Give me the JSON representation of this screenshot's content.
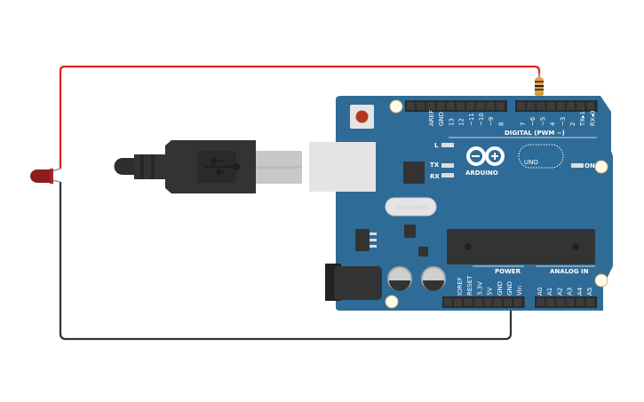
{
  "colors": {
    "board": "#2f6b97",
    "wire_red": "#e02020",
    "wire_black": "#333333",
    "led": "#8b1d1d",
    "usb_plug": "#333333"
  },
  "board": {
    "brand": "ARDUINO",
    "model": "UNO",
    "crystal_label": "SPK16.000G",
    "digital_header_title": "DIGITAL (PWM ~)",
    "digital_pins": [
      "AREF",
      "GND",
      "13",
      "12",
      "~11",
      "~10",
      "~9",
      "8",
      "7",
      "~6",
      "~5",
      "4",
      "~3",
      "2",
      "TX▸1",
      "RX◂0"
    ],
    "power_header_title": "POWER",
    "power_pins": [
      "IOREF",
      "RESET",
      "3.3V",
      "5V",
      "GND",
      "GND",
      "Vin"
    ],
    "analog_header_title": "ANALOG IN",
    "analog_pins": [
      "A0",
      "A1",
      "A2",
      "A3",
      "A4",
      "A5"
    ],
    "indicator_leds": [
      "L",
      "TX",
      "RX",
      "ON"
    ]
  },
  "components": {
    "led": "led",
    "resistor": "resistor",
    "usb_cable": "usb-icon"
  }
}
